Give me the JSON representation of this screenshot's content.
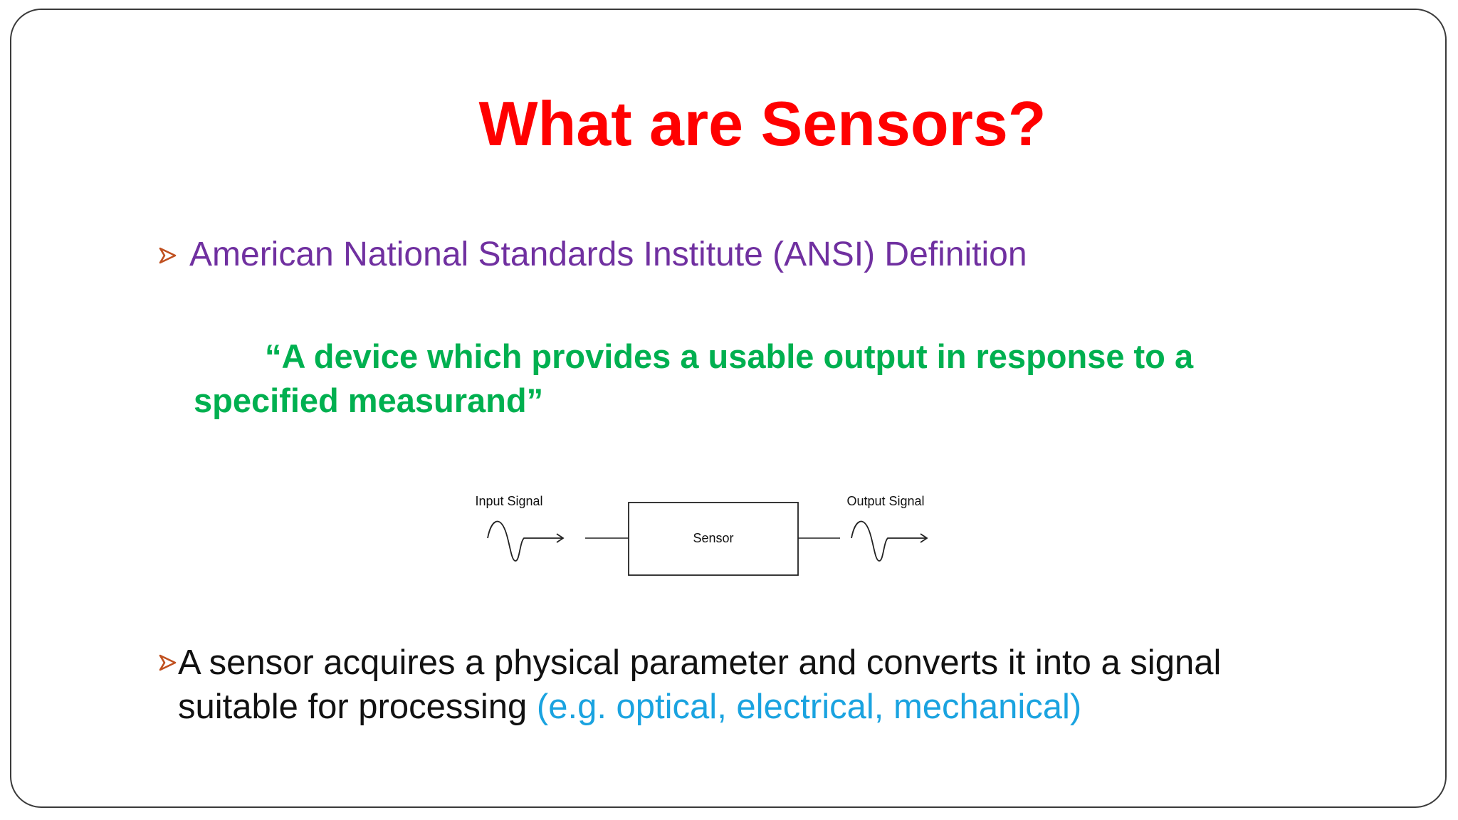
{
  "slide": {
    "title": "What are Sensors?",
    "bullets": [
      {
        "icon": "arrow-bullet-icon",
        "text": "American National Standards Institute (ANSI) Definition",
        "color": "#7030a0"
      },
      {
        "icon": "arrow-bullet-icon",
        "text": "A sensor acquires a physical parameter and converts it into a signal suitable for processing ",
        "accent_text": "(e.g. optical, electrical, mechanical)",
        "color": "#111111",
        "accent_color": "#1aa3e0"
      }
    ],
    "quote": "“A device which provides a usable output in response to a specified measurand”",
    "colors": {
      "title": "#ff0000",
      "quote": "#00b050",
      "bullet_marker": "#c0501f"
    }
  },
  "diagram": {
    "input_label": "Input Signal",
    "block_label": "Sensor",
    "output_label": "Output Signal"
  }
}
